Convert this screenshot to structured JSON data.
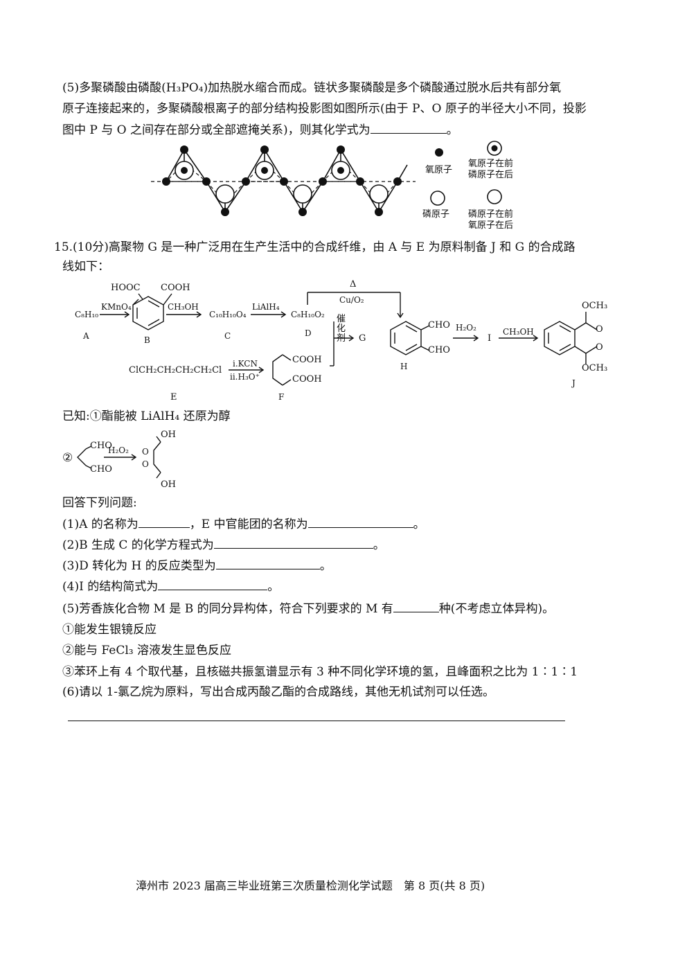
{
  "q5_text": {
    "line1": "(5)多聚磷酸由磷酸(H₃PO₄)加热脱水缩合而成。链状多聚磷酸是多个磷酸通过脱水后共有部分氧",
    "line2": "原子连接起来的，多聚磷酸根离子的部分结构投影图如图所示(由于 P、O 原子的半径大小不同，投影",
    "line3": "图中 P 与 O 之间存在部分或全部遮掩关系)，则其化学式为",
    "line3_end": "。"
  },
  "legend": {
    "oxygen": "氧原子",
    "oxygen_front_1": "氧原子在前",
    "oxygen_front_2": "磷原子在后",
    "phosphorus": "磷原子",
    "phosphorus_front_1": "磷原子在前",
    "phosphorus_front_2": "氧原子在后"
  },
  "q15": {
    "line1": "15.(10分)高聚物 G 是一种广泛用在生产生活中的合成纤维，由 A 与 E 为原料制备 J 和 G 的合成路",
    "line2": "线如下："
  },
  "scheme": {
    "A": "C₈H₁₀",
    "A_label": "A",
    "kmno4": "KMnO₄",
    "B_hooc": "HOOC",
    "B_cooh": "COOH",
    "B_label": "B",
    "ch3oh_1": "CH₃OH",
    "C": "C₁₀H₁₀O₄",
    "C_label": "C",
    "lialh4": "LiAlH₄",
    "D": "C₈H₁₀O₂",
    "D_label": "D",
    "delta": "Δ",
    "cuo2": "Cu/O₂",
    "catalyst": "催化剂",
    "G": "G",
    "H_cho1": "CHO",
    "H_cho2": "CHO",
    "H_label": "H",
    "h2o2_1": "H₂O₂",
    "I": "I",
    "ch3oh_2": "CH₃OH",
    "J_och3_1": "OCH₃",
    "J_och3_2": "OCH₃",
    "J_o1": "O",
    "J_o2": "O",
    "J_label": "J",
    "E": "ClCH₂CH₂CH₂CH₂Cl",
    "E_label": "E",
    "kcn": "i.KCN",
    "h3o": "ii.H₃O⁺",
    "F_cooh1": "COOH",
    "F_cooh2": "COOH",
    "F_label": "F"
  },
  "known": {
    "title": "已知:①酯能被 LiAlH₄ 还原为醇",
    "num2": "②",
    "cho1": "CHO",
    "cho2": "CHO",
    "h2o2": "H₂O₂",
    "oh1": "OH",
    "oh2": "OH"
  },
  "questions": {
    "intro": "回答下列问题:",
    "q1a": "(1)A 的名称为",
    "q1b": "，E 中官能团的名称为",
    "q1c": "。",
    "q2a": "(2)B 生成 C 的化学方程式为",
    "q2c": "。",
    "q3a": "(3)D 转化为 H 的反应类型为",
    "q3c": "。",
    "q4a": "(4)I 的结构简式为",
    "q4c": "。",
    "q5a": "(5)芳香族化合物 M 是 B 的同分异构体，符合下列要求的 M 有",
    "q5b": "种(不考虑立体异构)。",
    "c1": "①能发生银镜反应",
    "c2": "②能与 FeCl₃ 溶液发生显色反应",
    "c3": "③苯环上有 4 个取代基，且核磁共振氢谱显示有 3 种不同化学环境的氢，且峰面积之比为 1∶1∶1",
    "q6": "(6)请以 1-氯乙烷为原料，写出合成丙酸乙酯的合成路线，其他无机试剂可以任选。"
  },
  "footer": "漳州市 2023 届高三毕业班第三次质量检测化学试题　第 8 页(共 8 页)"
}
